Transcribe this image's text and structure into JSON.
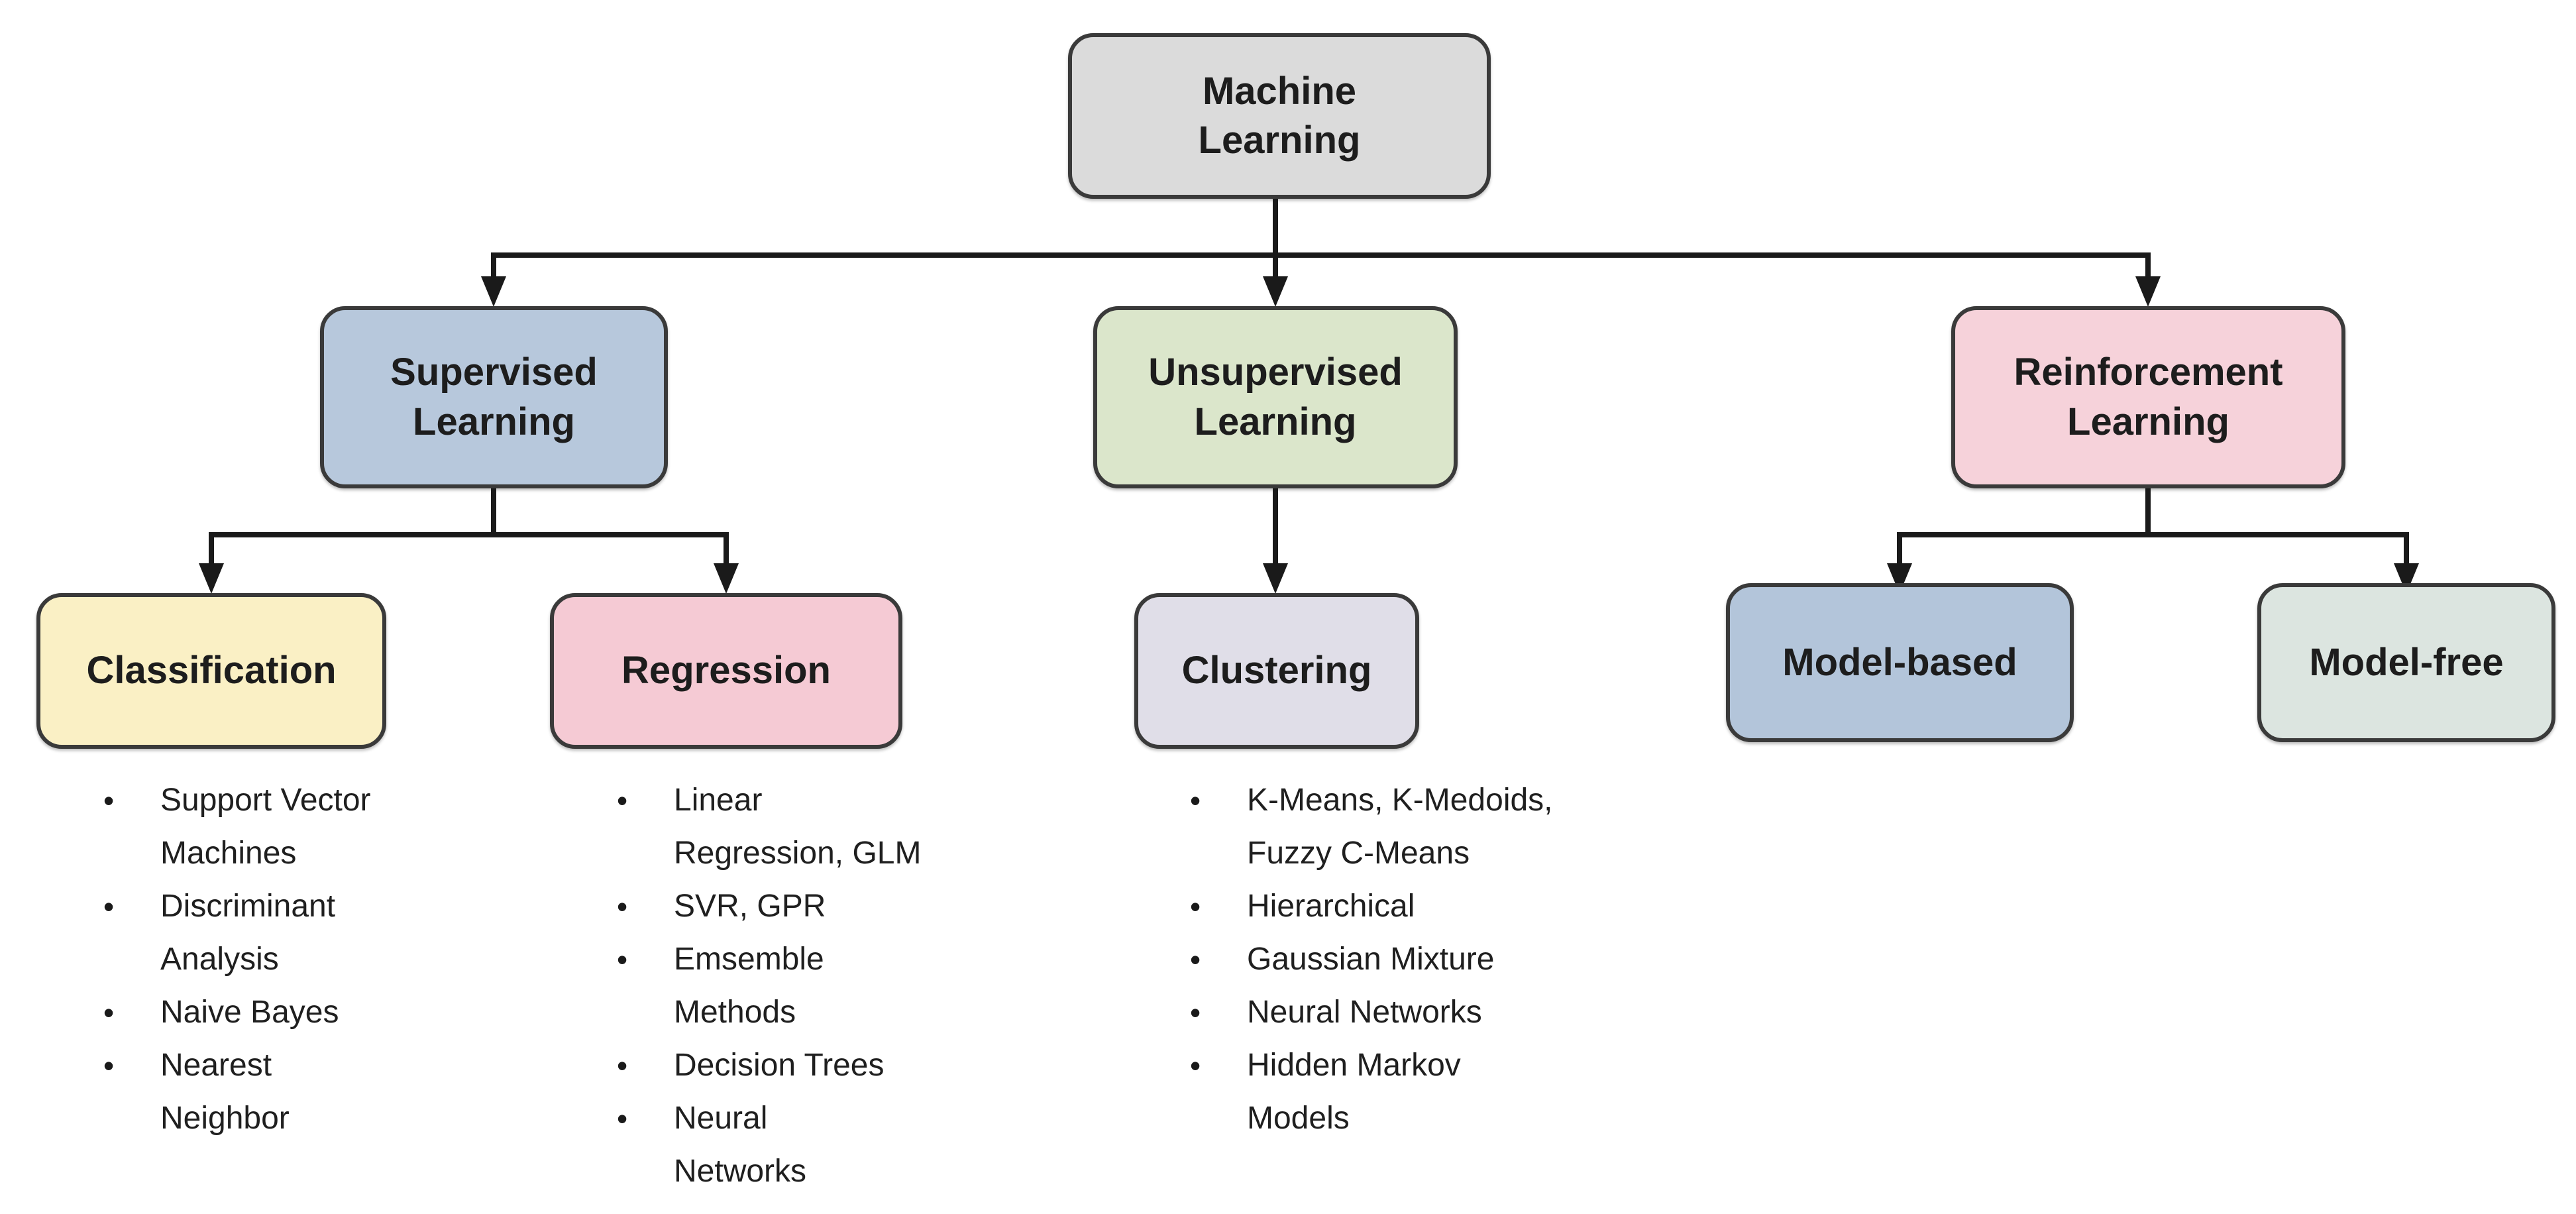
{
  "nodes": {
    "machine_learning": {
      "label": "Machine\nLearning",
      "fill": "#dbdbdb"
    },
    "supervised": {
      "label": "Supervised\nLearning",
      "fill": "#b7c8dc"
    },
    "unsupervised": {
      "label": "Unsupervised\nLearning",
      "fill": "#dbe6cb"
    },
    "reinforcement": {
      "label": "Reinforcement\nLearning",
      "fill": "#f6d2da"
    },
    "classification": {
      "label": "Classification",
      "fill": "#faf0c5"
    },
    "regression": {
      "label": "Regression",
      "fill": "#f5cad4"
    },
    "clustering": {
      "label": "Clustering",
      "fill": "#e0dee8"
    },
    "model_based": {
      "label": "Model-based",
      "fill": "#b3c5da"
    },
    "model_free": {
      "label": "Model-free",
      "fill": "#dce5e0"
    }
  },
  "lists": {
    "classification": {
      "items": [
        "Support Vector\nMachines",
        "Discriminant\nAnalysis",
        "Naive Bayes",
        "Nearest\nNeighbor"
      ]
    },
    "regression": {
      "items": [
        "Linear\nRegression, GLM",
        "SVR, GPR",
        "Emsemble\nMethods",
        "Decision Trees",
        "Neural\nNetworks"
      ]
    },
    "clustering": {
      "items": [
        "K-Means, K-Medoids,\nFuzzy C-Means",
        "Hierarchical",
        "Gaussian Mixture",
        "Neural Networks",
        "Hidden Markov\nModels"
      ]
    }
  },
  "colors": {
    "line": "#1a1a1a",
    "node_border": "#3a3a3a",
    "text": "#1f1f1f",
    "background": "#ffffff"
  }
}
